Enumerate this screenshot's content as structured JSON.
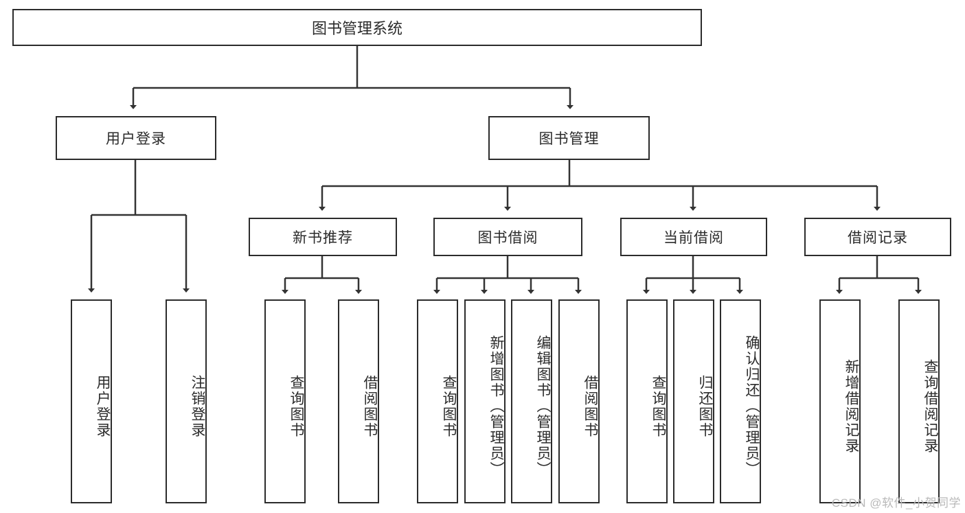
{
  "diagram": {
    "title": "图书管理系统",
    "type": "hierarchy-tree",
    "watermark": "CSDN @软件_小贺同学",
    "colors": {
      "box_border": "#2b2b2b",
      "box_fill": "#ffffff",
      "connector": "#333333",
      "background": "#ffffff",
      "watermark": "#b9b9b9"
    },
    "levels": {
      "root": {
        "label": "图书管理系统"
      },
      "level2": [
        {
          "id": "user-login",
          "label": "用户登录"
        },
        {
          "id": "book-manage",
          "label": "图书管理"
        }
      ],
      "level3": [
        {
          "id": "new-book-rec",
          "label": "新书推荐",
          "parent": "book-manage"
        },
        {
          "id": "book-borrow",
          "label": "图书借阅",
          "parent": "book-manage"
        },
        {
          "id": "current-borrow",
          "label": "当前借阅",
          "parent": "book-manage"
        },
        {
          "id": "borrow-record",
          "label": "借阅记录",
          "parent": "book-manage"
        }
      ],
      "leaves": [
        {
          "id": "leaf-user-login",
          "label": "用户登录",
          "parent": "user-login"
        },
        {
          "id": "leaf-logout",
          "label": "注销登录",
          "parent": "user-login"
        },
        {
          "id": "leaf-query-book-1",
          "label": "查询图书",
          "parent": "new-book-rec"
        },
        {
          "id": "leaf-borrow-book-1",
          "label": "借阅图书",
          "parent": "new-book-rec"
        },
        {
          "id": "leaf-query-book-2",
          "label": "查询图书",
          "parent": "book-borrow"
        },
        {
          "id": "leaf-add-book",
          "label": "新增图书（管理员）",
          "parent": "book-borrow"
        },
        {
          "id": "leaf-edit-book",
          "label": "编辑图书（管理员）",
          "parent": "book-borrow"
        },
        {
          "id": "leaf-borrow-book-2",
          "label": "借阅图书",
          "parent": "book-borrow"
        },
        {
          "id": "leaf-query-book-3",
          "label": "查询图书",
          "parent": "current-borrow"
        },
        {
          "id": "leaf-return-book",
          "label": "归还图书",
          "parent": "current-borrow"
        },
        {
          "id": "leaf-confirm-return",
          "label": "确认归还（管理员）",
          "parent": "current-borrow"
        },
        {
          "id": "leaf-add-record",
          "label": "新增借阅记录",
          "parent": "borrow-record"
        },
        {
          "id": "leaf-query-record",
          "label": "查询借阅记录",
          "parent": "borrow-record"
        }
      ]
    }
  }
}
